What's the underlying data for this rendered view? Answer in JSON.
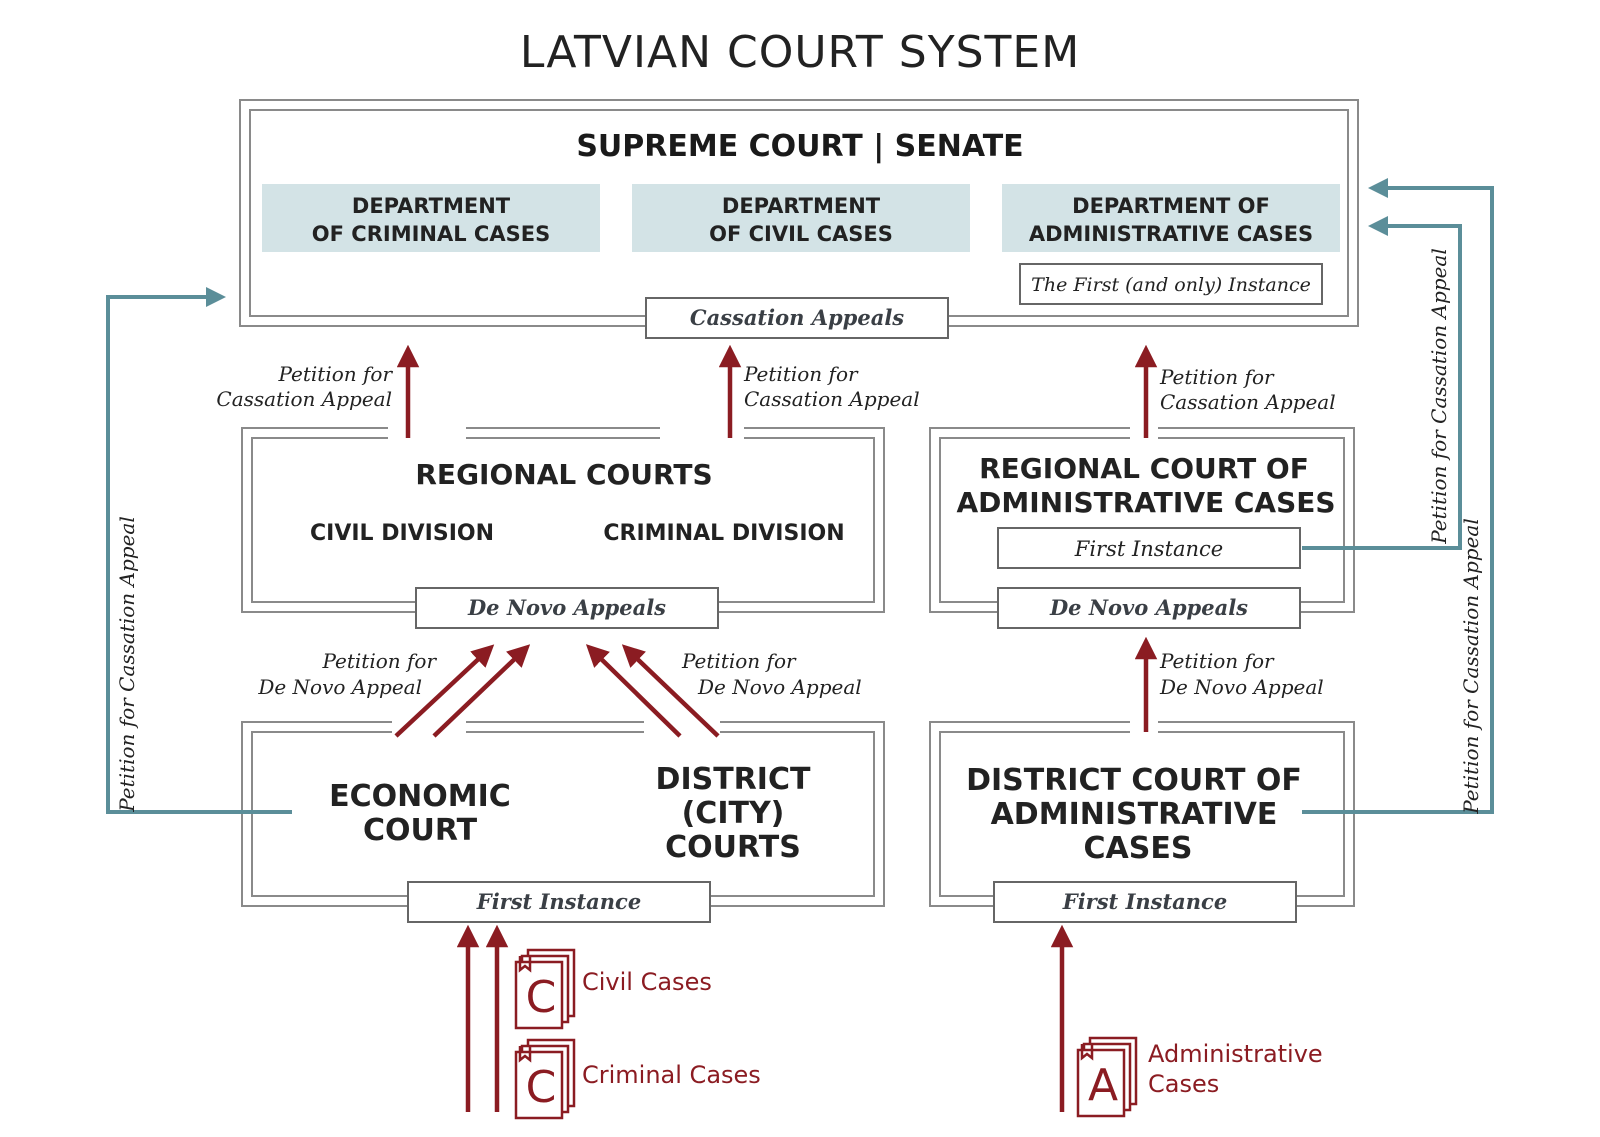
{
  "title": "LATVIAN COURT SYSTEM",
  "supreme": {
    "name": "SUPREME COURT | SENATE",
    "departments": [
      {
        "line1": "DEPARTMENT",
        "line2": "OF CRIMINAL CASES"
      },
      {
        "line1": "DEPARTMENT",
        "line2": "OF CIVIL CASES"
      },
      {
        "line1": "DEPARTMENT OF",
        "line2": "ADMINISTRATIVE CASES"
      }
    ],
    "admin_instance": "The First (and only) Instance",
    "tab": "Cassation Appeals"
  },
  "regional": {
    "name": "REGIONAL COURTS",
    "civil": "CIVIL DIVISION",
    "criminal": "CRIMINAL DIVISION",
    "tab": "De Novo Appeals"
  },
  "regional_admin": {
    "line1": "REGIONAL COURT OF",
    "line2": "ADMINISTRATIVE CASES",
    "first_instance": "First Instance",
    "tab": "De Novo Appeals"
  },
  "district": {
    "economic_line1": "ECONOMIC",
    "economic_line2": "COURT",
    "city_line1": "DISTRICT",
    "city_line2": "(CITY)",
    "city_line3": "COURTS",
    "tab": "First Instance"
  },
  "district_admin": {
    "line1": "DISTRICT COURT OF",
    "line2": "ADMINISTRATIVE",
    "line3": "CASES",
    "tab": "First Instance"
  },
  "petitions": {
    "cassation_line1": "Petition for",
    "cassation_line2": "Cassation Appeal",
    "denovo_line1": "Petition for",
    "denovo_line2": "De Novo Appeal",
    "vertical": "Petition for Cassation Appeal"
  },
  "case_types": {
    "civil": "Civil Cases",
    "criminal": "Criminal Cases",
    "admin_line1": "Administrative",
    "admin_line2": "Cases",
    "civil_letter": "C",
    "criminal_letter": "C",
    "admin_letter": "A"
  },
  "colors": {
    "appeal_arrow": "#8b1c22",
    "cassation_arrow": "#5b8e99",
    "department_fill": "#d3e3e6"
  }
}
